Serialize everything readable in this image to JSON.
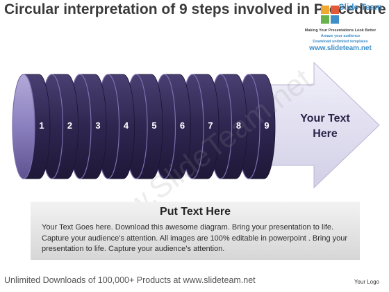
{
  "title": "Circular interpretation of 9 steps involved in Procedure",
  "logo": {
    "brand": "Slide Team",
    "line1": "Making Your Presentations Look Better",
    "line2": "Amaze your audience",
    "line3": "Download unlimited templates",
    "url": "www.slideteam.net"
  },
  "watermark": "www.SlideTeam.net",
  "steps": [
    "1",
    "2",
    "3",
    "4",
    "5",
    "6",
    "7",
    "8",
    "9"
  ],
  "arrow_text": {
    "line1": "Your Text",
    "line2": "Here"
  },
  "textbox": {
    "title": "Put Text Here",
    "body": "Your Text Goes here. Download this awesome diagram. Bring your presentation to life. Capture your audience’s attention. All images are 100% editable in powerpoint . Bring your presentation to life. Capture your audience’s attention."
  },
  "footer": {
    "text": "Unlimited Downloads of 100,000+ Products at www.slideteam.net",
    "logo_text": "Your Logo"
  },
  "colors": {
    "disc_face": "#2f2650",
    "disc_edge": "#6f63a0",
    "arrow": "#e4e2f2",
    "text_dark": "#2a2348"
  }
}
